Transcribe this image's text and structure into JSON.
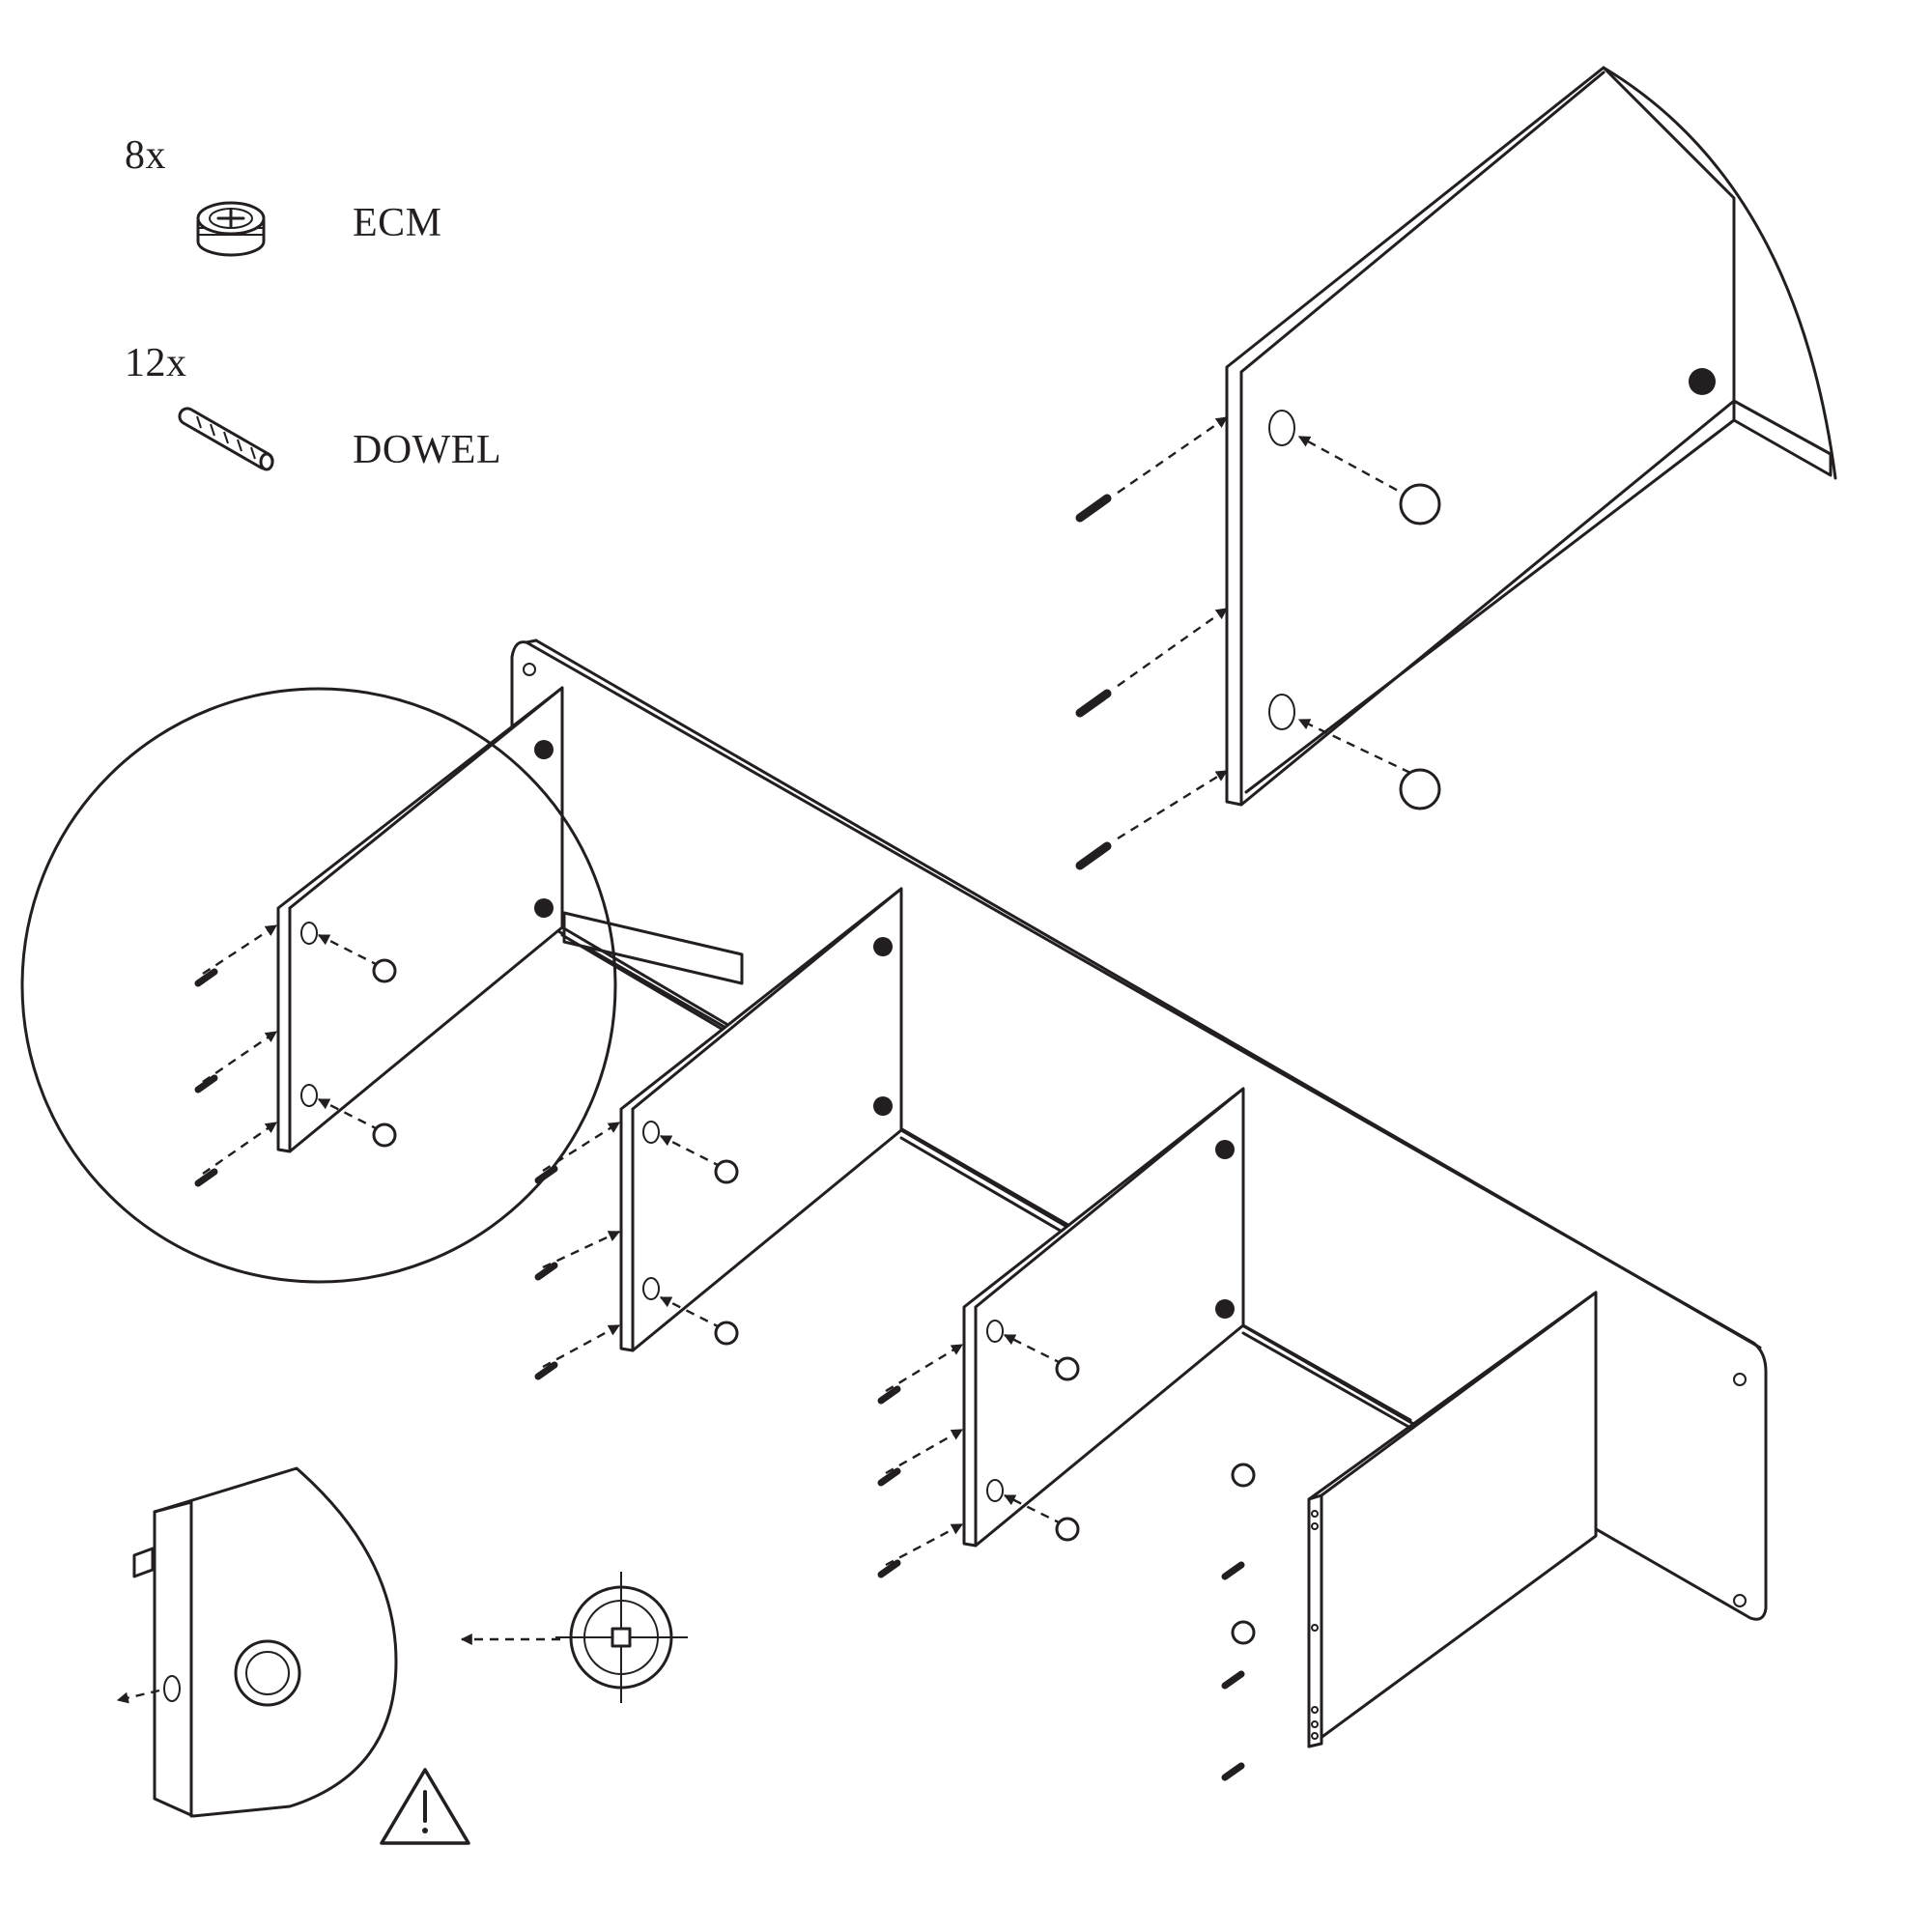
{
  "parts": [
    {
      "quantity": "8x",
      "name": "ECM",
      "icon": "cam-lock-icon"
    },
    {
      "quantity": "12x",
      "name": "DOWEL",
      "icon": "wooden-dowel-icon"
    }
  ],
  "warning": {
    "icon": "warning-triangle-icon"
  },
  "colors": {
    "ink": "#231f20",
    "paper": "#ffffff"
  }
}
